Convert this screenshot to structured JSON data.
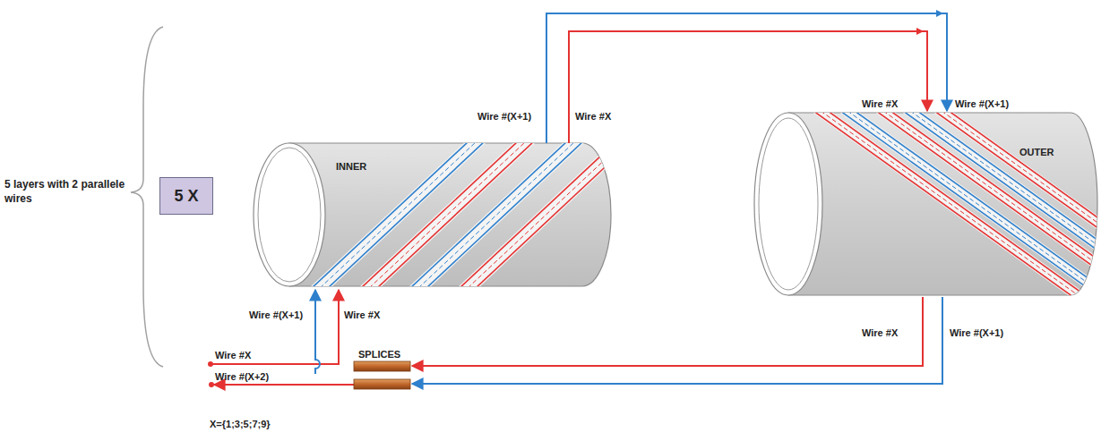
{
  "diagram": {
    "nodes": [
      {
        "text": [
          "5 X"
        ]
      },
      {
        "text": [
          "INNER"
        ]
      },
      {
        "text": [
          "OUTER"
        ]
      }
    ],
    "edges": [
      {
        "from": 1,
        "to": 2,
        "arrow": "to"
      },
      {
        "from": 1,
        "to": 2,
        "arrow": "to"
      }
    ],
    "labels": [
      "5 layers with 2 parallele wires",
      "Wire #(X+1)",
      "Wire #X",
      "Wire #X",
      "Wire #(X+1)",
      "Wire #(X+1)",
      "Wire #X",
      "Wire #X",
      "Wire #(X+1)",
      "Wire #X",
      "Wire #(X+2)",
      "SPLICES",
      "X={1;3;5;7;9}"
    ]
  }
}
